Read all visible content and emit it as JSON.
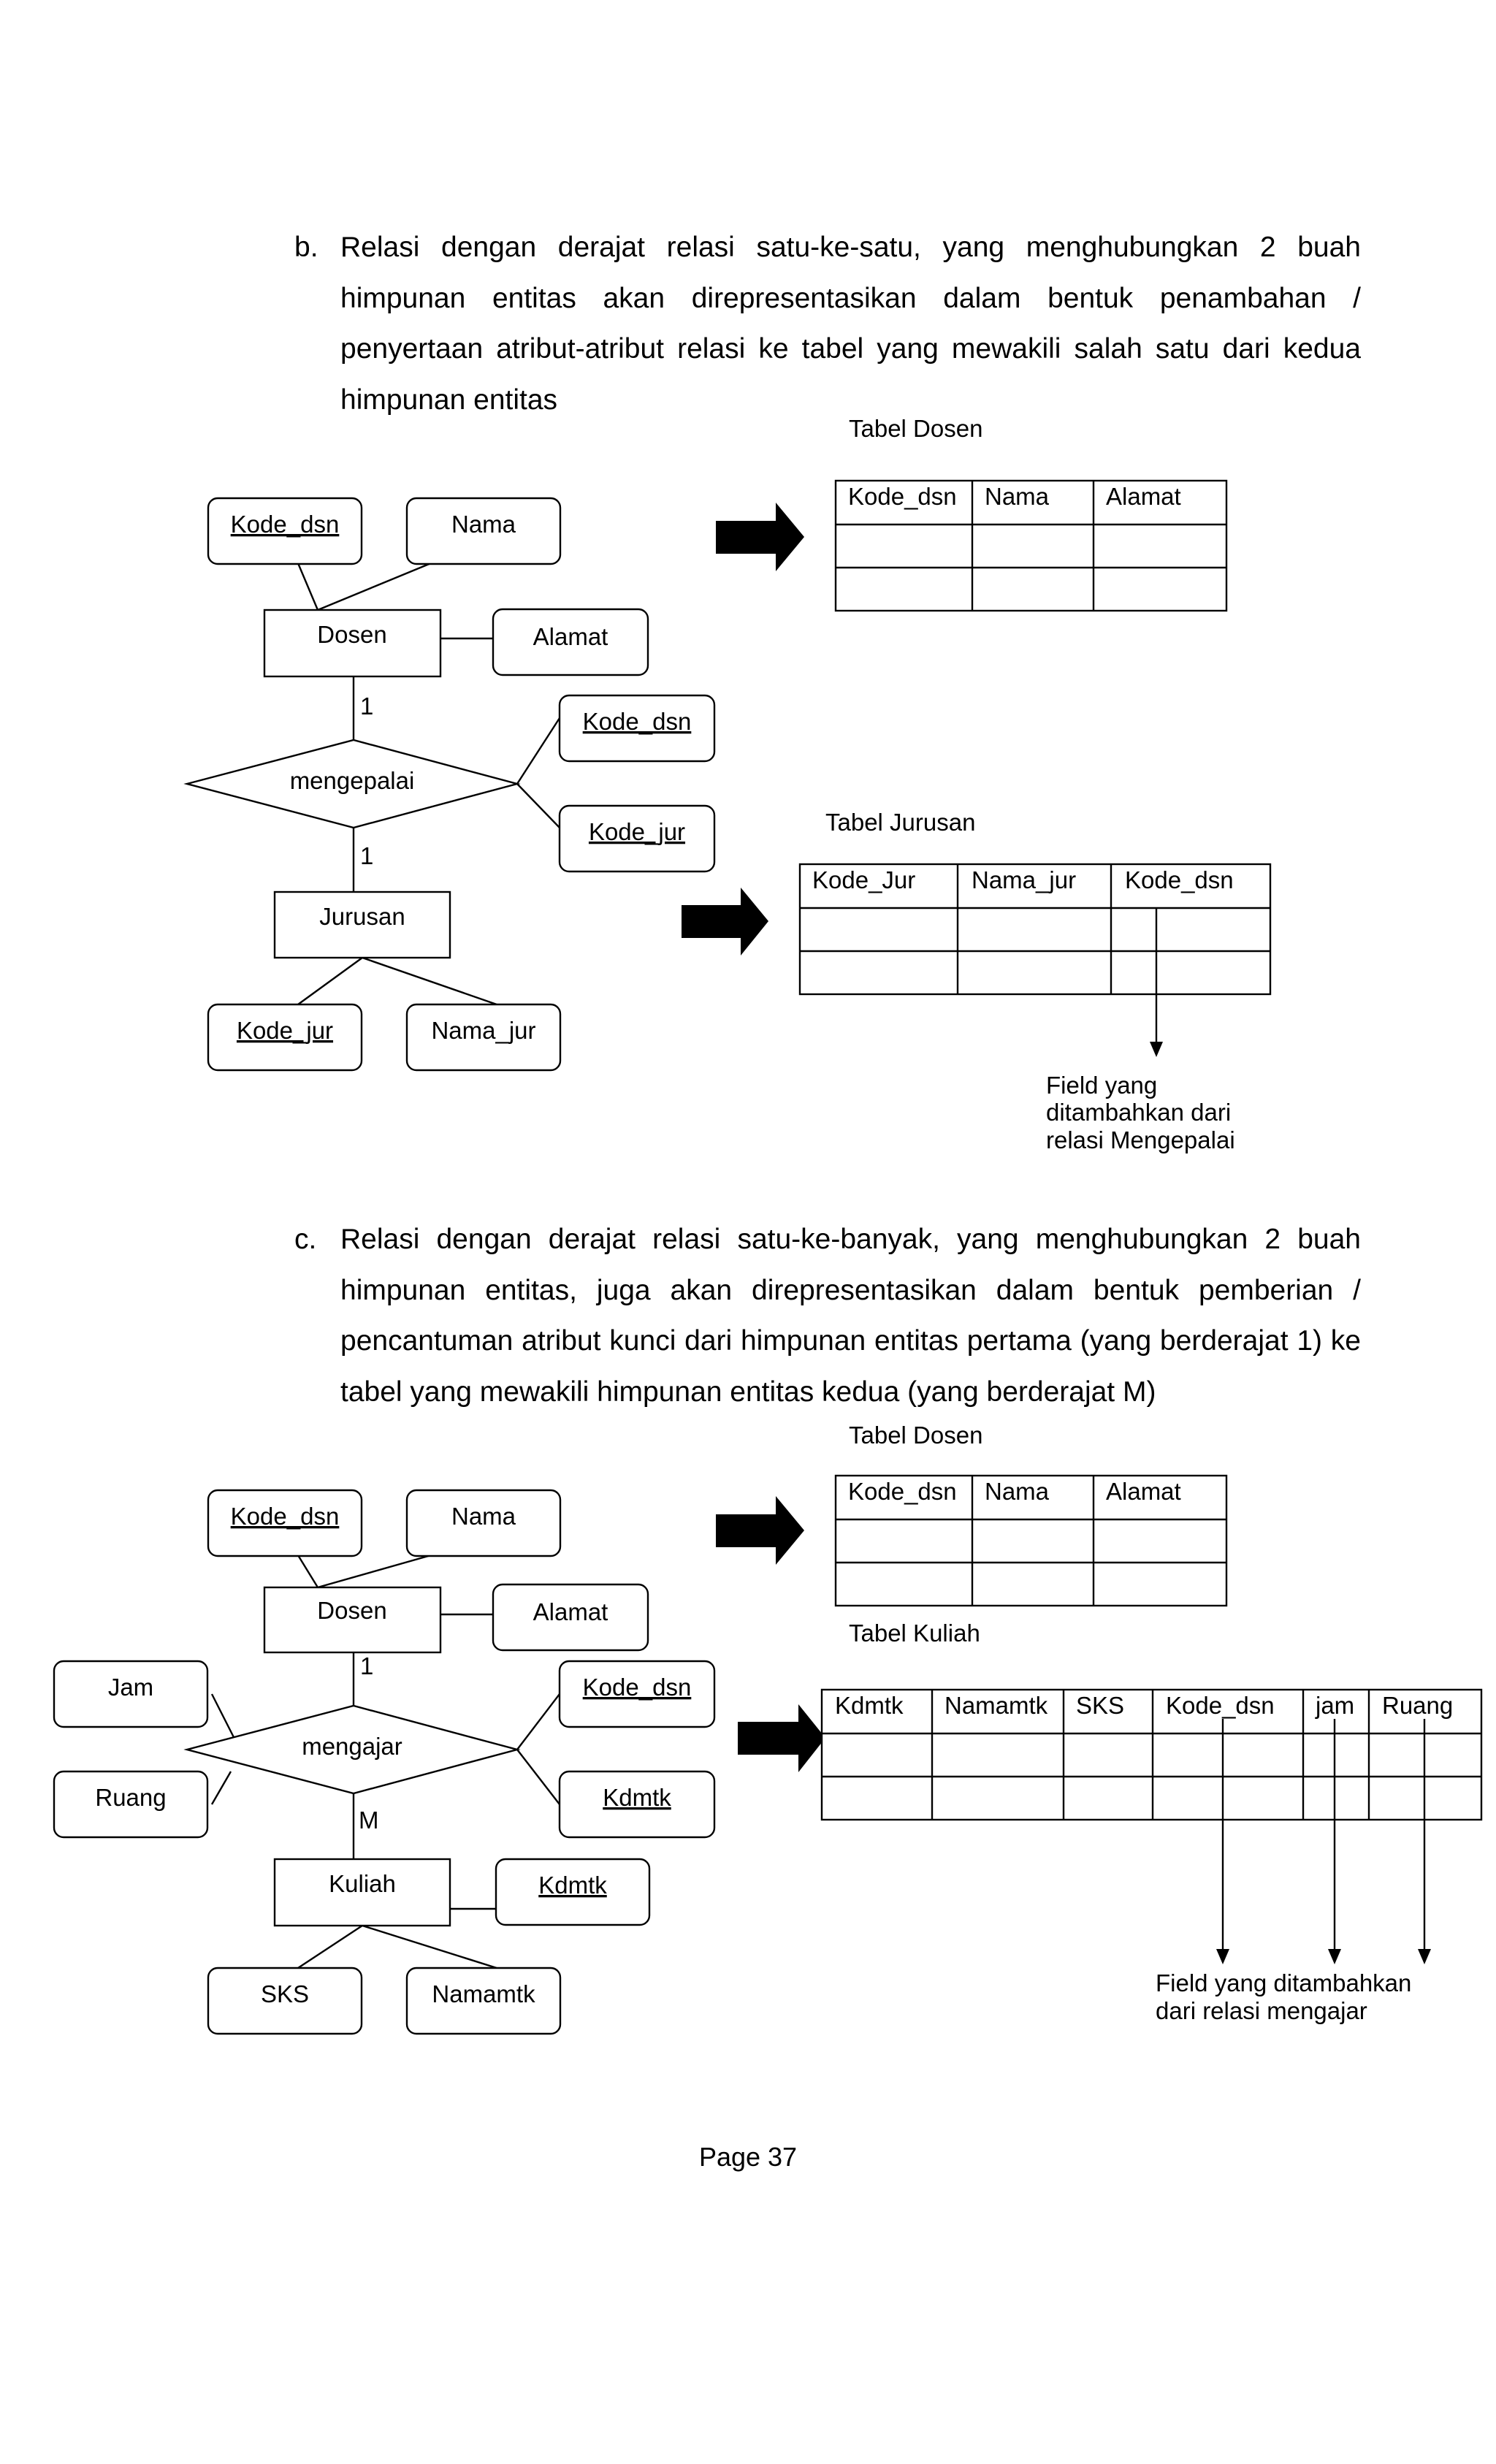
{
  "paragraph_b": {
    "marker": "b.",
    "text": "Relasi dengan derajat relasi satu-ke-satu, yang menghubungkan 2 buah himpunan entitas akan direpresentasikan dalam bentuk penambahan / penyertaan atribut-atribut relasi ke tabel yang mewakili salah satu dari kedua himpunan entitas"
  },
  "figure_b": {
    "er": {
      "entity_top": "Dosen",
      "attr_kode_dsn": "Kode_dsn",
      "attr_nama": "Nama",
      "attr_alamat": "Alamat",
      "relationship": "mengepalai",
      "card_top": "1",
      "card_bottom": "1",
      "rel_attr_1": "Kode_dsn",
      "rel_attr_2": "Kode_jur",
      "entity_bottom": "Jurusan",
      "attr_kode_jur": "Kode_jur",
      "attr_nama_jur": "Nama_jur"
    },
    "table_dosen": {
      "title": "Tabel Dosen",
      "columns": [
        "Kode_dsn",
        "Nama",
        "Alamat"
      ]
    },
    "table_jurusan": {
      "title": "Tabel Jurusan",
      "columns": [
        "Kode_Jur",
        "Nama_jur",
        "Kode_dsn"
      ]
    },
    "note": [
      "Field yang",
      "ditambahkan dari",
      "relasi Mengepalai"
    ]
  },
  "paragraph_c": {
    "marker": "c.",
    "text": "Relasi dengan derajat relasi satu-ke-banyak, yang menghubungkan 2 buah himpunan entitas, juga akan direpresentasikan dalam bentuk pemberian / pencantuman atribut kunci dari himpunan entitas pertama (yang berderajat 1) ke tabel yang mewakili himpunan entitas kedua (yang berderajat M)"
  },
  "figure_c": {
    "er": {
      "entity_top": "Dosen",
      "attr_kode_dsn": "Kode_dsn",
      "attr_nama": "Nama",
      "attr_alamat": "Alamat",
      "rel_attr_jam": "Jam",
      "rel_attr_ruang": "Ruang",
      "relationship": "mengajar",
      "card_top": "1",
      "card_bottom": "M",
      "rel_attr_kode_dsn": "Kode_dsn",
      "rel_attr_kdmtk": "Kdmtk",
      "entity_bottom": "Kuliah",
      "attr_kdmtk": "Kdmtk",
      "attr_sks": "SKS",
      "attr_namamtk": "Namamtk"
    },
    "table_dosen": {
      "title": "Tabel Dosen",
      "columns": [
        "Kode_dsn",
        "Nama",
        "Alamat"
      ]
    },
    "table_kuliah": {
      "title": "Tabel Kuliah",
      "columns": [
        "Kdmtk",
        "Namamtk",
        "SKS",
        "Kode_dsn",
        "jam",
        "Ruang"
      ]
    },
    "note": [
      "Field yang ditambahkan",
      "dari relasi mengajar"
    ]
  },
  "page_number": "Page 37"
}
